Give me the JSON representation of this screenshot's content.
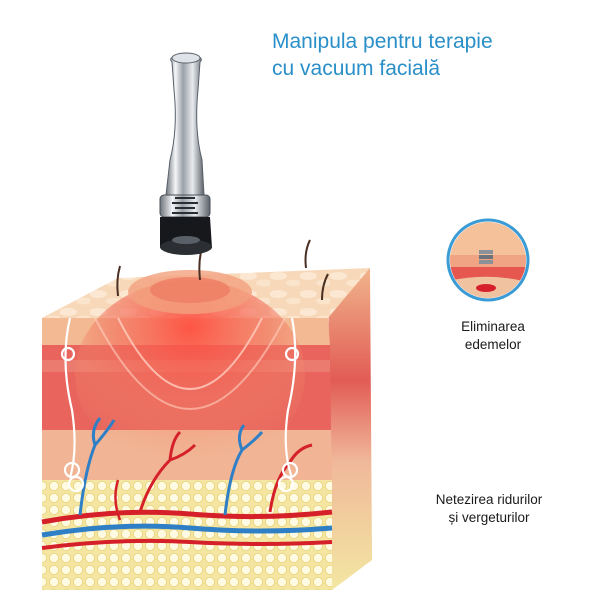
{
  "title": {
    "line1": "Manipula pentru terapie",
    "line2": "cu vacuum facială"
  },
  "benefits": [
    {
      "line1": "Eliminarea",
      "line2": "edemelor",
      "icon": "edema-removal-icon"
    },
    {
      "line1": "Netezirea ridurilor",
      "line2": "și vergeturilor",
      "icon": "wrinkle-smoothing-icon"
    }
  ],
  "colors": {
    "title": "#2a8fc8",
    "skin_top": "#f6d3b2",
    "dermis": "#e8605a",
    "fat": "#f4e7a6",
    "artery": "#d5202a",
    "vein": "#2f7fc7",
    "circle_border": "#3a9bd5"
  }
}
